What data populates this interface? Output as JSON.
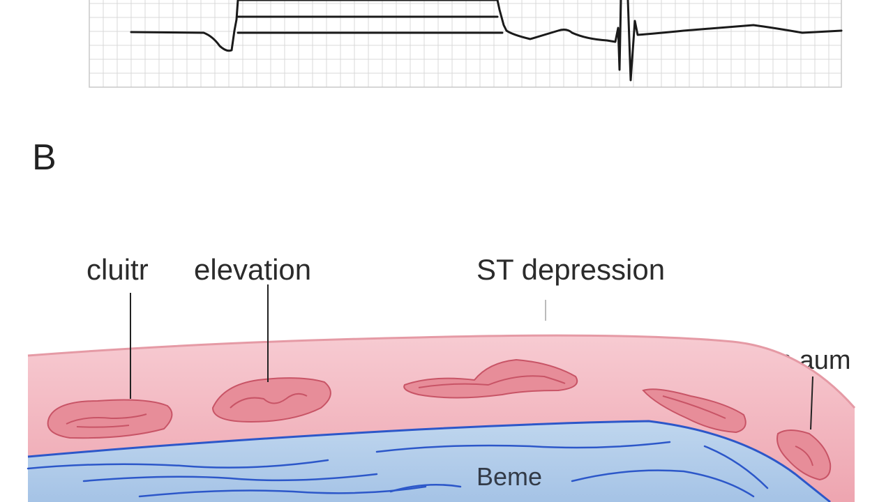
{
  "panel_b": {
    "label": "B",
    "labels": {
      "left": "cluitr",
      "middle": "elevation",
      "right": "ST depression",
      "far_right": "Ellem aum",
      "bottom": "Beme"
    }
  },
  "colors": {
    "ecg_trace": "#1a1a1a",
    "grid": "#d8d8d8",
    "tissue_pink": "#f2b4bd",
    "tissue_pink_dark": "#d97480",
    "tissue_blue": "#aecbe8",
    "vessel_blue": "#2c57c9"
  },
  "icons": [
    "ecg-trace",
    "lesion-blob",
    "pointer-line"
  ]
}
